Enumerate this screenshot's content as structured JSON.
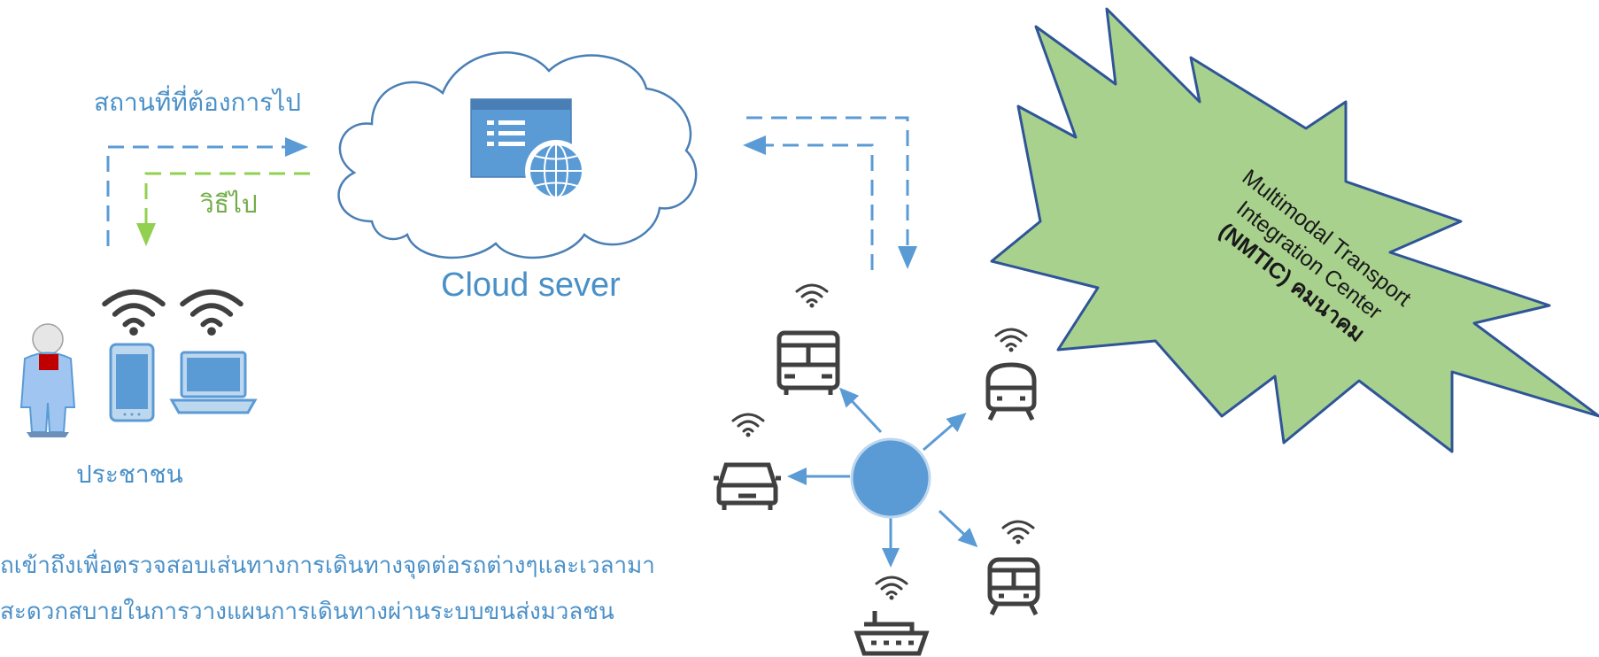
{
  "labels": {
    "destination": "สถานที่ที่ต้องการไป",
    "route": "วิธีไป",
    "cloud_server": "Cloud sever",
    "people": "ประชาชน",
    "description_line1": "ถเข้าถึงเพื่อตรวจสอบเส่นทางการเดินทางจุดต่อรถต่างๆและเวลามา",
    "description_line2": "สะดวกสบายในการวางแผนการเดินทางผ่านระบบขนส่งมวลชน"
  },
  "starburst": {
    "line1": "Multimodal Transport",
    "line2": "Integration Center",
    "line3": "(NMTIC) คมนาคม",
    "fill": "#a9d18e",
    "stroke": "#2f5597"
  },
  "colors": {
    "accent_blue": "#5b9bd5",
    "route_green": "#92d050",
    "label_blue": "#4a90c8",
    "icon_gray": "#404040"
  },
  "icons": {
    "cloud": "cloud-icon",
    "web_server": "web-globe-icon",
    "person": "person-icon",
    "phone": "smartphone-icon",
    "laptop": "laptop-icon",
    "hub": "hub-node",
    "bus": "bus-icon",
    "train": "train-icon",
    "car": "car-icon",
    "ship": "ship-icon",
    "wifi": "wifi-icon"
  }
}
